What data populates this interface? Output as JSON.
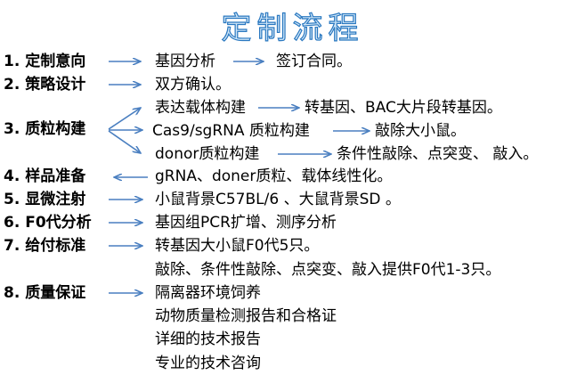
{
  "title": "定制流程",
  "steps": [
    {
      "label": "1. 定制意向",
      "items": [
        "基因分析",
        "签订合同。"
      ]
    },
    {
      "label": "2. 策略设计",
      "items": [
        "双方确认。"
      ]
    },
    {
      "label": "3. 质粒构建",
      "items": [
        "表达载体构建",
        "转基因、BAC大片段转基因。",
        "Cas9/sgRNA 质粒构建",
        "敲除大小鼠。",
        "donor质粒构建",
        "条件性敲除、点突变、 敲入。"
      ]
    },
    {
      "label": "4. 样品准备",
      "items": [
        "gRNA、doner质粒、载体线性化。"
      ]
    },
    {
      "label": "5. 显微注射",
      "items": [
        "小鼠背景C57BL/6 、大鼠背景SD 。"
      ]
    },
    {
      "label": "6. F0代分析",
      "items": [
        "基因组PCR扩增、测序分析"
      ]
    },
    {
      "label": "7. 给付标准",
      "items": [
        "转基因大小鼠F0代5只。",
        "敲除、条件性敲除、点突变、敲入提供F0代1-3只。"
      ]
    },
    {
      "label": "8. 质量保证",
      "items": [
        "隔离器环境饲养",
        "动物质量检测报告和合格证",
        "详细的技术报告",
        "专业的技术咨询"
      ]
    }
  ]
}
